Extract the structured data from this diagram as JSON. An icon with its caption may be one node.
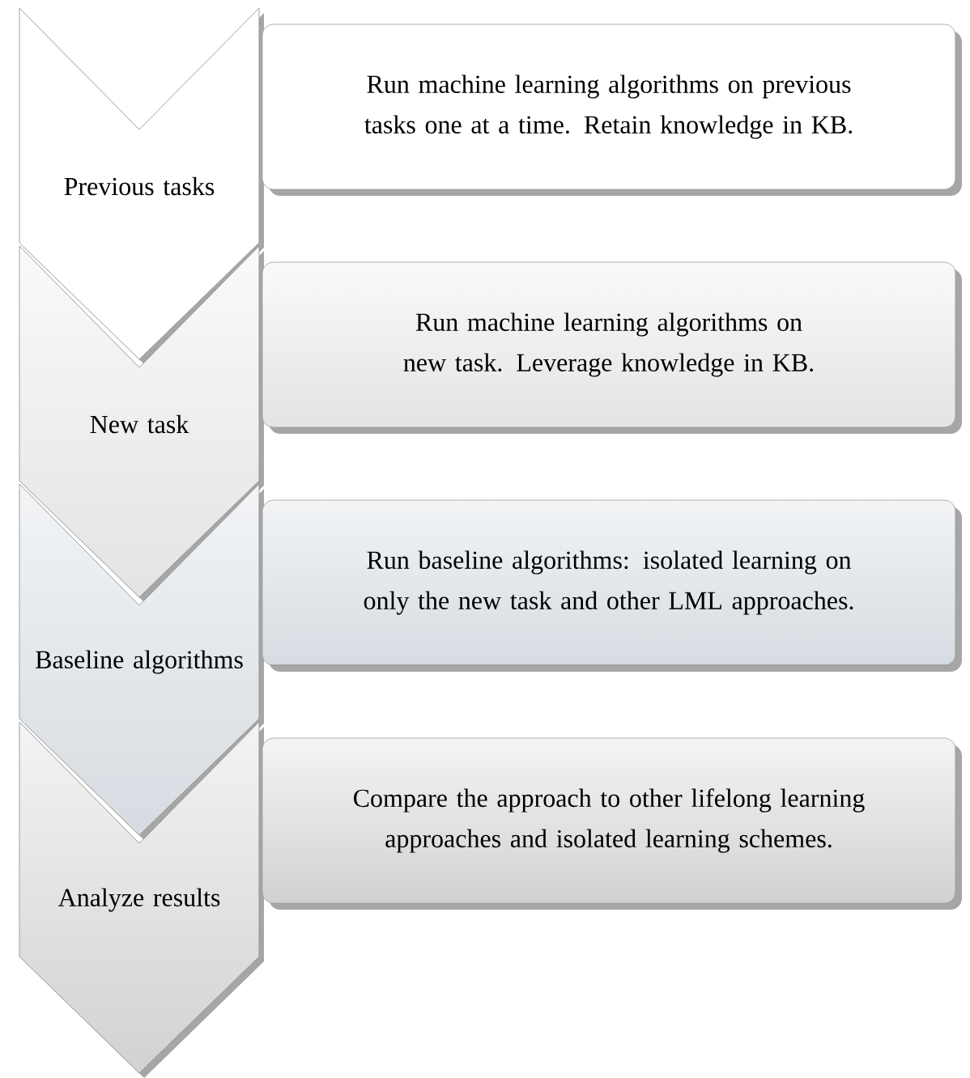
{
  "diagram": {
    "nodes": [
      {
        "text": [
          "Previous tasks"
        ]
      },
      {
        "text": [
          "Run machine learning algorithms on previous tasks one at a time. Retain knowledge in KB."
        ]
      },
      {
        "text": [
          "New task"
        ]
      },
      {
        "text": [
          "Run machine learning algorithms on new task. Leverage knowledge in KB."
        ]
      },
      {
        "text": [
          "Baseline algorithms"
        ]
      },
      {
        "text": [
          "Run baseline algorithms: isolated learning on only the new task and other LML approaches."
        ]
      },
      {
        "text": [
          "Analyze results"
        ]
      },
      {
        "text": [
          "Compare the approach to other lifelong learning approaches and isolated learning schemes."
        ]
      }
    ]
  }
}
